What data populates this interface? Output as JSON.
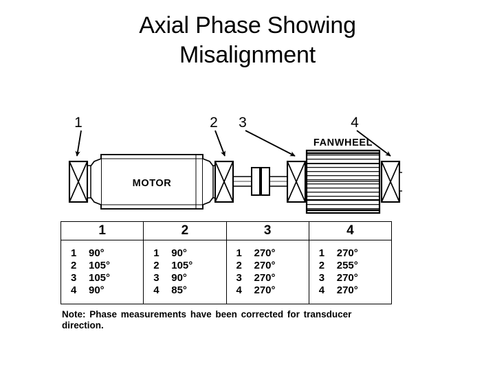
{
  "slide": {
    "title_line1": "Axial Phase Showing",
    "title_line2": "Misalignment",
    "background_color": "#ffffff",
    "text_color": "#000000"
  },
  "diagram": {
    "machine_label": "MOTOR",
    "driven_label": "FANWHEEL",
    "callouts": [
      {
        "id": "1",
        "label": "1",
        "points_to": "bearing-1-motor-outboard"
      },
      {
        "id": "2",
        "label": "2",
        "points_to": "bearing-2-motor-inboard"
      },
      {
        "id": "3",
        "label": "3",
        "points_to": "bearing-3-fan-inboard"
      },
      {
        "id": "4",
        "label": "4",
        "points_to": "bearing-4-fan-outboard"
      }
    ],
    "components": [
      "bearing-1",
      "motor-body",
      "bearing-2",
      "coupling",
      "bearing-3",
      "fanwheel",
      "bearing-4"
    ]
  },
  "table": {
    "headers": [
      "1",
      "2",
      "3",
      "4"
    ],
    "columns": [
      {
        "header": "1",
        "rows": [
          {
            "point": "1",
            "value": "90°"
          },
          {
            "point": "2",
            "value": "105°"
          },
          {
            "point": "3",
            "value": "105°"
          },
          {
            "point": "4",
            "value": "90°"
          }
        ]
      },
      {
        "header": "2",
        "rows": [
          {
            "point": "1",
            "value": "90°"
          },
          {
            "point": "2",
            "value": "105°"
          },
          {
            "point": "3",
            "value": "90°"
          },
          {
            "point": "4",
            "value": "85°"
          }
        ]
      },
      {
        "header": "3",
        "rows": [
          {
            "point": "1",
            "value": "270°"
          },
          {
            "point": "2",
            "value": "270°"
          },
          {
            "point": "3",
            "value": "270°"
          },
          {
            "point": "4",
            "value": "270°"
          }
        ]
      },
      {
        "header": "4",
        "rows": [
          {
            "point": "1",
            "value": "270°"
          },
          {
            "point": "2",
            "value": "255°"
          },
          {
            "point": "3",
            "value": "270°"
          },
          {
            "point": "4",
            "value": "270°"
          }
        ]
      }
    ],
    "note": "Note: Phase measurements have been corrected for transducer direction."
  }
}
